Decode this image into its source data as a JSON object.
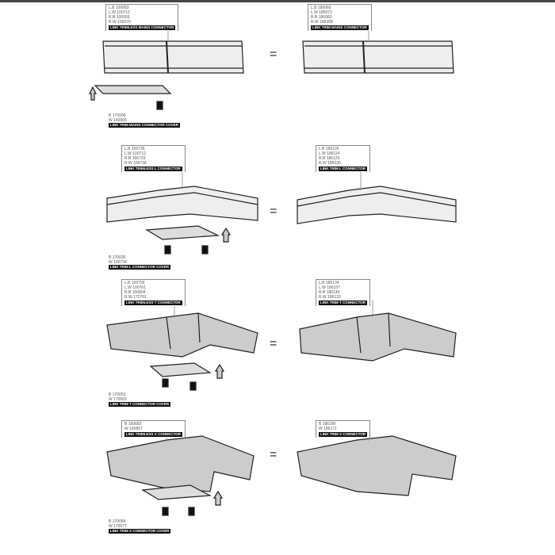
{
  "rows": [
    {
      "left": {
        "codes": [
          "L.B 100083",
          "L.W 100712",
          "R.B 100059",
          "R.W 100070"
        ],
        "title": "LINK TRIMLESS MAINS CONNECTOR"
      },
      "right": {
        "codes": [
          "L.B 186060",
          "L.W 186072",
          "R.B 186063",
          "R.W 186058"
        ],
        "title": "LINK TRIM MAINS CONNECTOR"
      },
      "cover": {
        "codes": [
          "B 170006",
          "W 160006"
        ],
        "title": "LINK TRIM MAINS CONNECTOR COVER"
      }
    },
    {
      "left": {
        "codes": [
          "L.B 100735",
          "L.W 100712",
          "R.B 100729",
          "R.W 100736"
        ],
        "title": "LINK TRIMLESS L CONNECTOR"
      },
      "right": {
        "codes": [
          "L.B 186126",
          "L.W 186114",
          "R.B 186120",
          "R.W 186030"
        ],
        "title": "LINK TRIM L CONNECTOR"
      },
      "cover": {
        "codes": [
          "B 170030",
          "W 100734"
        ],
        "title": "LINK TRIM L CONNECTOR COVER"
      }
    },
    {
      "left": {
        "codes": [
          "L.B 100756",
          "L.W 100761",
          "R.B 100804",
          "R.W 172761"
        ],
        "title": "LINK TRIMLESS T CONNECTOR"
      },
      "right": {
        "codes": [
          "L.B 186134",
          "L.W 186157",
          "R.B 186140",
          "R.W 186133"
        ],
        "title": "LINK TRIM T CONNECTOR"
      },
      "cover": {
        "codes": [
          "B 170053",
          "W 170002"
        ],
        "title": "LINK TRIM T CONNECTOR COVER"
      }
    },
    {
      "left": {
        "codes": [
          "B 160683",
          "W 160857"
        ],
        "title": "LINK TRIMLESS X CONNECTOR"
      },
      "right": {
        "codes": [
          "B 186186",
          "W 186171"
        ],
        "title": "LINK TRIM X CONNECTOR"
      },
      "cover": {
        "codes": [
          "B 170084",
          "W 170077"
        ],
        "title": "LINK TRIM X CONNECTOR COVER"
      }
    }
  ],
  "equals": "="
}
